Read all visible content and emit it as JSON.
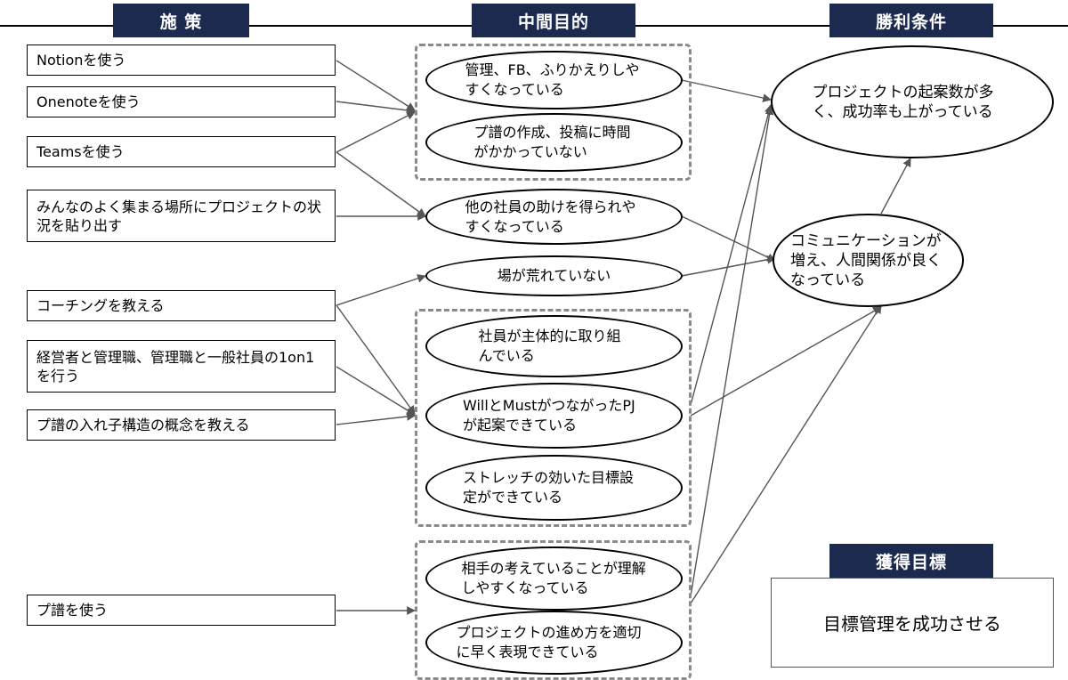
{
  "headers": {
    "measures": "施 策",
    "intermediate": "中間目的",
    "victory": "勝利条件",
    "goal": "獲得目標"
  },
  "measures": [
    "Notionを使う",
    "Onenoteを使う",
    "Teamsを使う",
    "みんなのよく集まる場所にプロジェクトの状況を貼り出す",
    "コーチングを教える",
    "経営者と管理職、管理職と一般社員の1on1を行う",
    "プ譜の入れ子構造の概念を教える",
    "プ譜を使う"
  ],
  "intermediate": {
    "management": "管理、FB、ふりかえりしやすくなっている",
    "creation_time": "プ譜の作成、投稿に時間がかかっていない",
    "help": "他の社員の助けを得られやすくなっている",
    "calm": "場が荒れていない",
    "proactive": "社員が主体的に取り組んでいる",
    "will_must": "WillとMustがつながったPJが起案できている",
    "stretch": "ストレッチの効いた目標設定ができている",
    "understand": "相手の考えていることが理解しやすくなっている",
    "express": "プロジェクトの進め方を適切に早く表現できている"
  },
  "victory": {
    "projects": "プロジェクトの起案数が多く、成功率も上がっている",
    "communication": "コミュニケーションが増え、人間関係が良くなっている"
  },
  "goal_text": "目標管理を成功させる",
  "colors": {
    "header_bg": "#1d2a4f",
    "arrow": "#555555",
    "group_border": "#8a8a8a"
  }
}
